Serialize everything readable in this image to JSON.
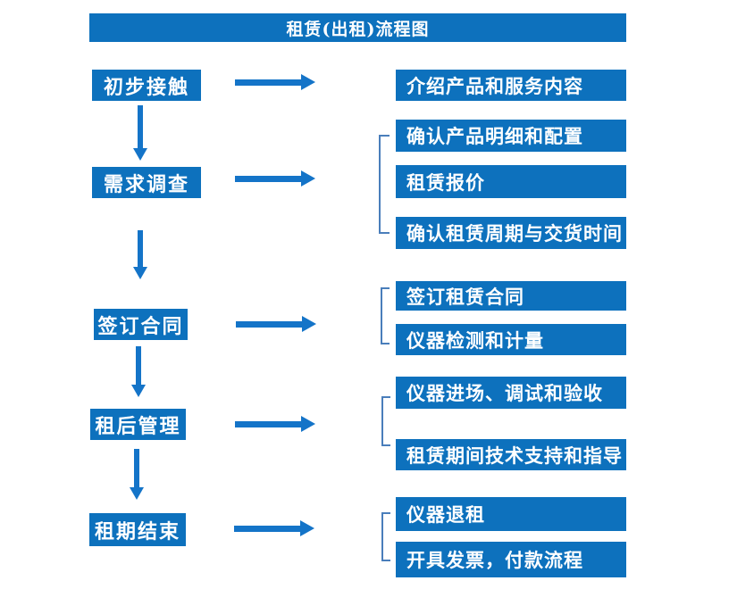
{
  "title": "租赁(出租)流程图",
  "rows": [
    {
      "step": "初步接触",
      "details": [
        "介绍产品和服务内容"
      ]
    },
    {
      "step": "需求调查",
      "details": [
        "确认产品明细和配置",
        "租赁报价",
        "确认租赁周期与交货时间"
      ]
    },
    {
      "step": "签订合同",
      "details": [
        "签订租赁合同",
        "仪器检测和计量"
      ]
    },
    {
      "step": "租后管理",
      "details": [
        "仪器进场、调试和验收",
        "租赁期间技术支持和指导"
      ]
    },
    {
      "step": "租期结束",
      "details": [
        "仪器退租",
        "开具发票，付款流程"
      ]
    }
  ],
  "colors": {
    "box_blue": "#0d71bd",
    "arrow_blue": "#1474c8",
    "bracket_blue": "#4a7ebb",
    "text_white": "#ffffff"
  }
}
